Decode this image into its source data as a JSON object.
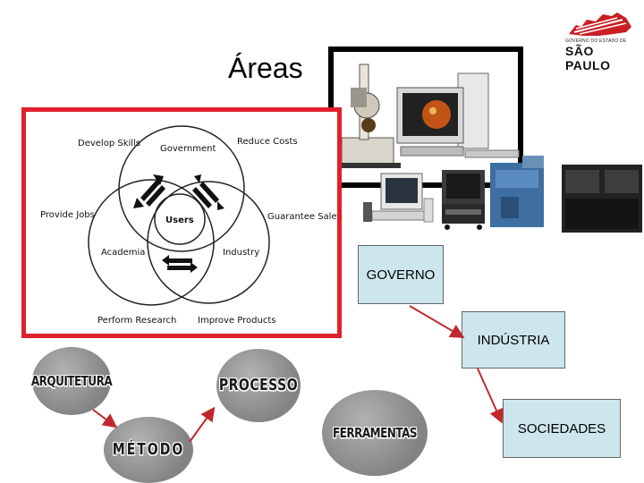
{
  "title": "Áreas",
  "logo": {
    "line_small": "GOVERNO DO ESTADO DE",
    "line_big": "SÃO PAULO"
  },
  "venn": {
    "labels": {
      "develop_skills": "Develop Skills",
      "government": "Government",
      "reduce_costs": "Reduce Costs",
      "provide_jobs": "Provide Jobs",
      "users": "Users",
      "guarantee_sales": "Guarantee Sales",
      "academia": "Academia",
      "industry": "Industry",
      "perform_research": "Perform Research",
      "improve_products": "Improve Products"
    },
    "frame_color": "#e0202a"
  },
  "flow_boxes": {
    "governo": "GOVERNO",
    "industria": "INDÚSTRIA",
    "sociedades": "SOCIEDADES"
  },
  "method_circles": {
    "arquitetura": "ARQUITETURA",
    "metodo": "MÉTODO",
    "processo": "PROCESSO",
    "ferramentas": "FERRAMENTAS"
  },
  "colors": {
    "arrow": "#c0282d",
    "box_fill": "#cde6ee",
    "circle_fill": "#8c8c8c"
  }
}
